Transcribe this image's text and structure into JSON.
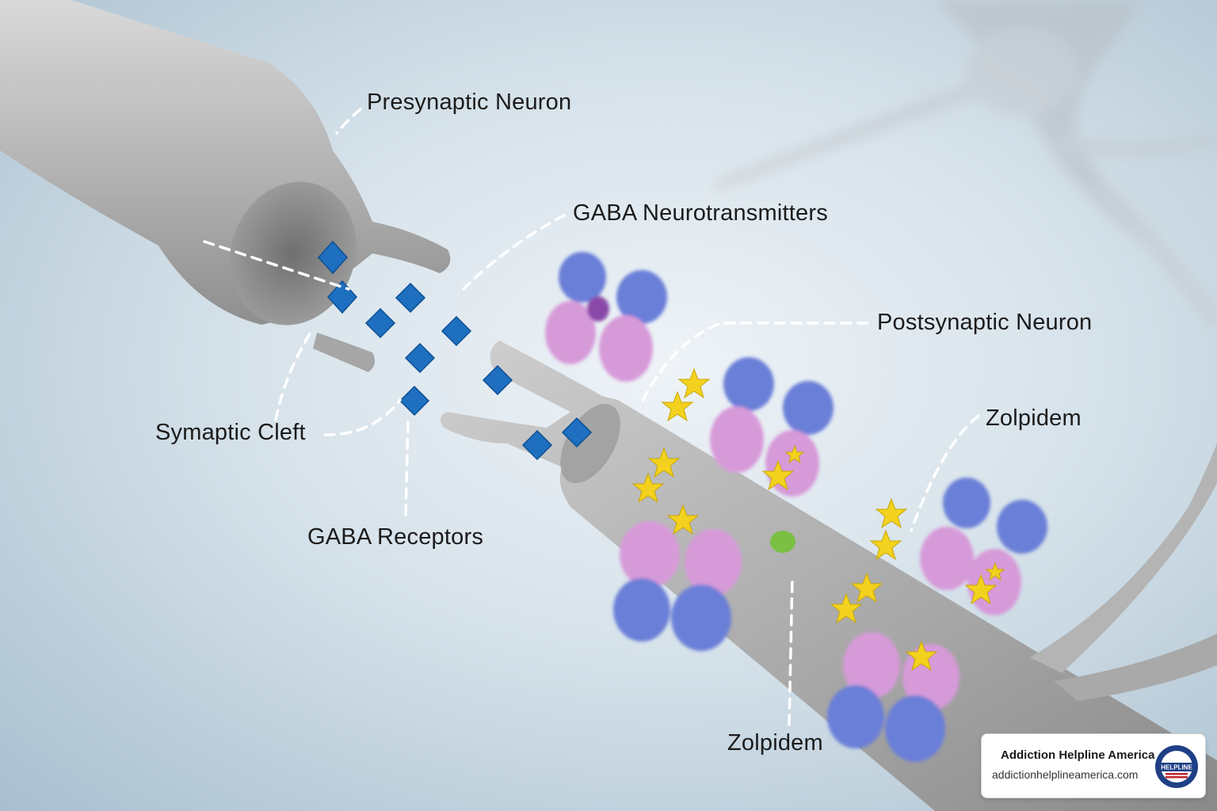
{
  "labels": {
    "presynaptic": "Presynaptic Neuron",
    "gaba_neurotransmitters": "GABA Neurotransmitters",
    "postsynaptic": "Postsynaptic Neuron",
    "zolpidem_top": "Zolpidem",
    "synaptic_cleft": "Symaptic Cleft",
    "gaba_receptors": "GABA Receptors",
    "zolpidem_bottom": "Zolpidem"
  },
  "badge": {
    "title": "Addiction Helpline America",
    "url": "addictionhelplineamerica.com",
    "logo_text": "HELPLINE"
  },
  "colors": {
    "neuron": "#a9a9a9",
    "gaba": "#1e6fc0",
    "receptor_blue": "#6b7fd8",
    "receptor_pink": "#d79ad9",
    "zolpidem_star": "#f3d21f",
    "modulator": "#7bc043"
  }
}
